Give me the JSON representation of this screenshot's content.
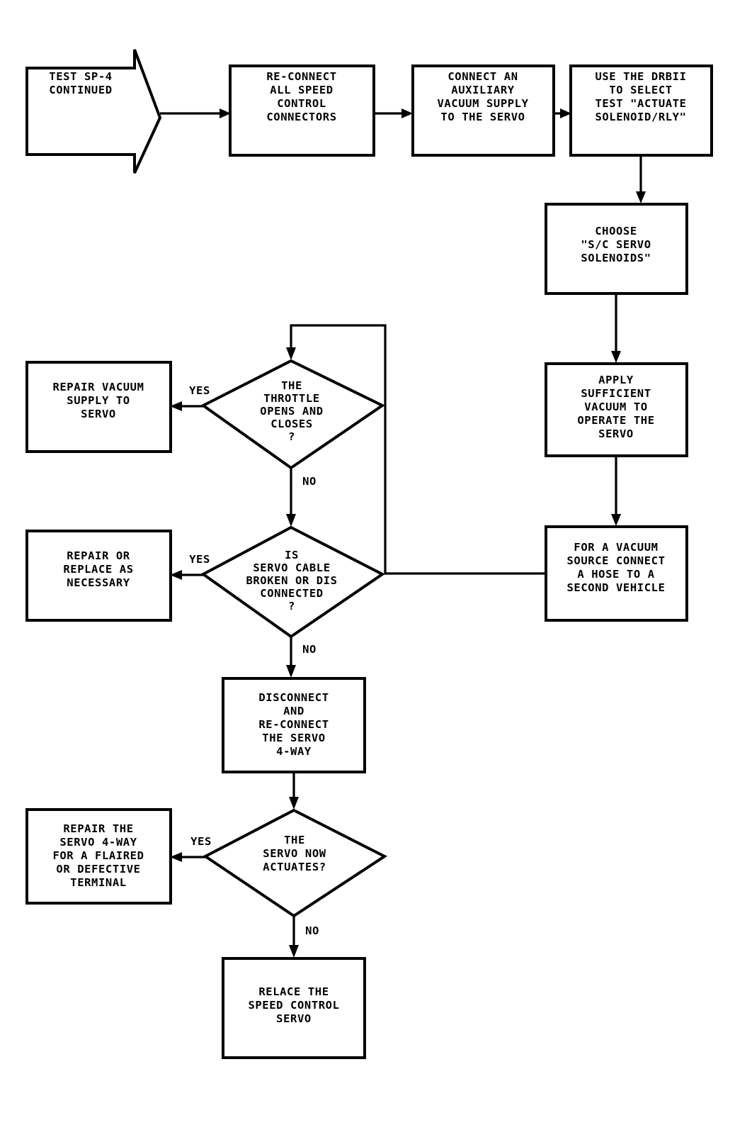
{
  "document": {
    "title": "TEST SP-4 CONTINUED",
    "type": "troubleshooting-flowchart",
    "background_color": "#ffffff",
    "line_color": "#000000"
  },
  "nodes": {
    "start_arrow": {
      "shape": "pentagon-arrow",
      "lines": [
        "TEST SP-4",
        "CONTINUED"
      ]
    },
    "reconnect_connectors": {
      "shape": "process",
      "lines": [
        "RE-CONNECT",
        "ALL SPEED",
        "CONTROL",
        "CONNECTORS"
      ]
    },
    "aux_vacuum": {
      "shape": "process",
      "lines": [
        "CONNECT AN",
        "AUXILIARY",
        "VACUUM SUPPLY",
        "TO THE SERVO"
      ]
    },
    "use_drbii": {
      "shape": "process",
      "lines": [
        "USE THE DRBII",
        "TO SELECT",
        "TEST \"ACTUATE",
        "SOLENOID/RLY\""
      ]
    },
    "choose_sc_servo": {
      "shape": "process",
      "lines": [
        "CHOOSE",
        "\"S/C SERVO",
        "SOLENOIDS\""
      ]
    },
    "apply_vacuum": {
      "shape": "process",
      "lines": [
        "APPLY",
        "SUFFICIENT",
        "VACUUM TO",
        "OPERATE THE",
        "SERVO"
      ]
    },
    "second_vehicle": {
      "shape": "process",
      "lines": [
        "FOR A VACUUM",
        "SOURCE CONNECT",
        "A HOSE TO A",
        "SECOND VEHICLE"
      ]
    },
    "throttle_decision": {
      "shape": "decision",
      "lines": [
        "THE",
        "THROTTLE",
        "OPENS AND",
        "CLOSES",
        "?"
      ]
    },
    "repair_vacuum_supply": {
      "shape": "process",
      "lines": [
        "REPAIR VACUUM",
        "SUPPLY TO",
        "SERVO"
      ]
    },
    "cable_decision": {
      "shape": "decision",
      "lines": [
        "IS",
        "SERVO CABLE",
        "BROKEN OR DIS",
        "CONNECTED",
        "?"
      ]
    },
    "repair_or_replace": {
      "shape": "process",
      "lines": [
        "REPAIR OR",
        "REPLACE AS",
        "NECESSARY"
      ]
    },
    "disconnect_reconnect": {
      "shape": "process",
      "lines": [
        "DISCONNECT",
        "AND",
        "RE-CONNECT",
        "THE SERVO",
        "4-WAY"
      ]
    },
    "servo_actuates_decision": {
      "shape": "decision",
      "lines": [
        "THE",
        "SERVO NOW",
        "ACTUATES?"
      ]
    },
    "repair_servo_4way": {
      "shape": "process",
      "lines": [
        "REPAIR THE",
        "SERVO 4-WAY",
        "FOR A FLAIRED",
        "OR DEFECTIVE",
        "TERMINAL"
      ]
    },
    "replace_servo": {
      "shape": "process",
      "lines": [
        "RELACE THE",
        "SPEED CONTROL",
        "SERVO"
      ]
    }
  },
  "edge_labels": {
    "throttle_yes": "YES",
    "throttle_no": "NO",
    "cable_yes": "YES",
    "cable_no": "NO",
    "actuates_yes": "YES",
    "actuates_no": "NO"
  }
}
